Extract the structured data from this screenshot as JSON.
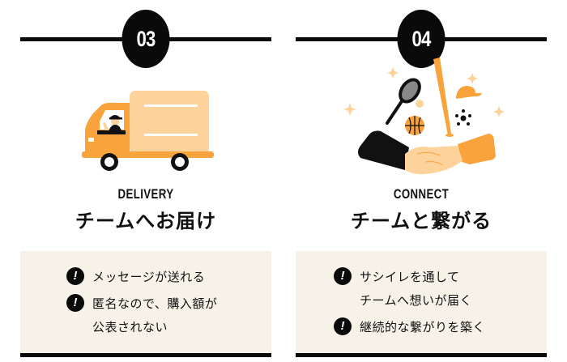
{
  "steps": [
    {
      "number": "03",
      "en_title": "DELIVERY",
      "jp_title": "チームへお届け",
      "illustration": "delivery-truck",
      "points": [
        {
          "icon": "exclamation-icon",
          "text": "メッセージが送れる"
        },
        {
          "icon": "exclamation-icon",
          "text": "匿名なので、購入額が\n公表されない"
        }
      ]
    },
    {
      "number": "04",
      "en_title": "CONNECT",
      "jp_title": "チームと繋がる",
      "illustration": "handshake-sports",
      "points": [
        {
          "icon": "exclamation-icon",
          "text": "サシイレを通して\nチームへ想いが届く"
        },
        {
          "icon": "exclamation-icon",
          "text": "継続的な繋がりを築く"
        }
      ]
    }
  ],
  "icons": {
    "bang_glyph": "!"
  },
  "colors": {
    "accent_orange": "#f9a33c",
    "light_orange": "#fdd29b",
    "box_bg": "#f6f2e8",
    "black": "#0a0a0a"
  }
}
